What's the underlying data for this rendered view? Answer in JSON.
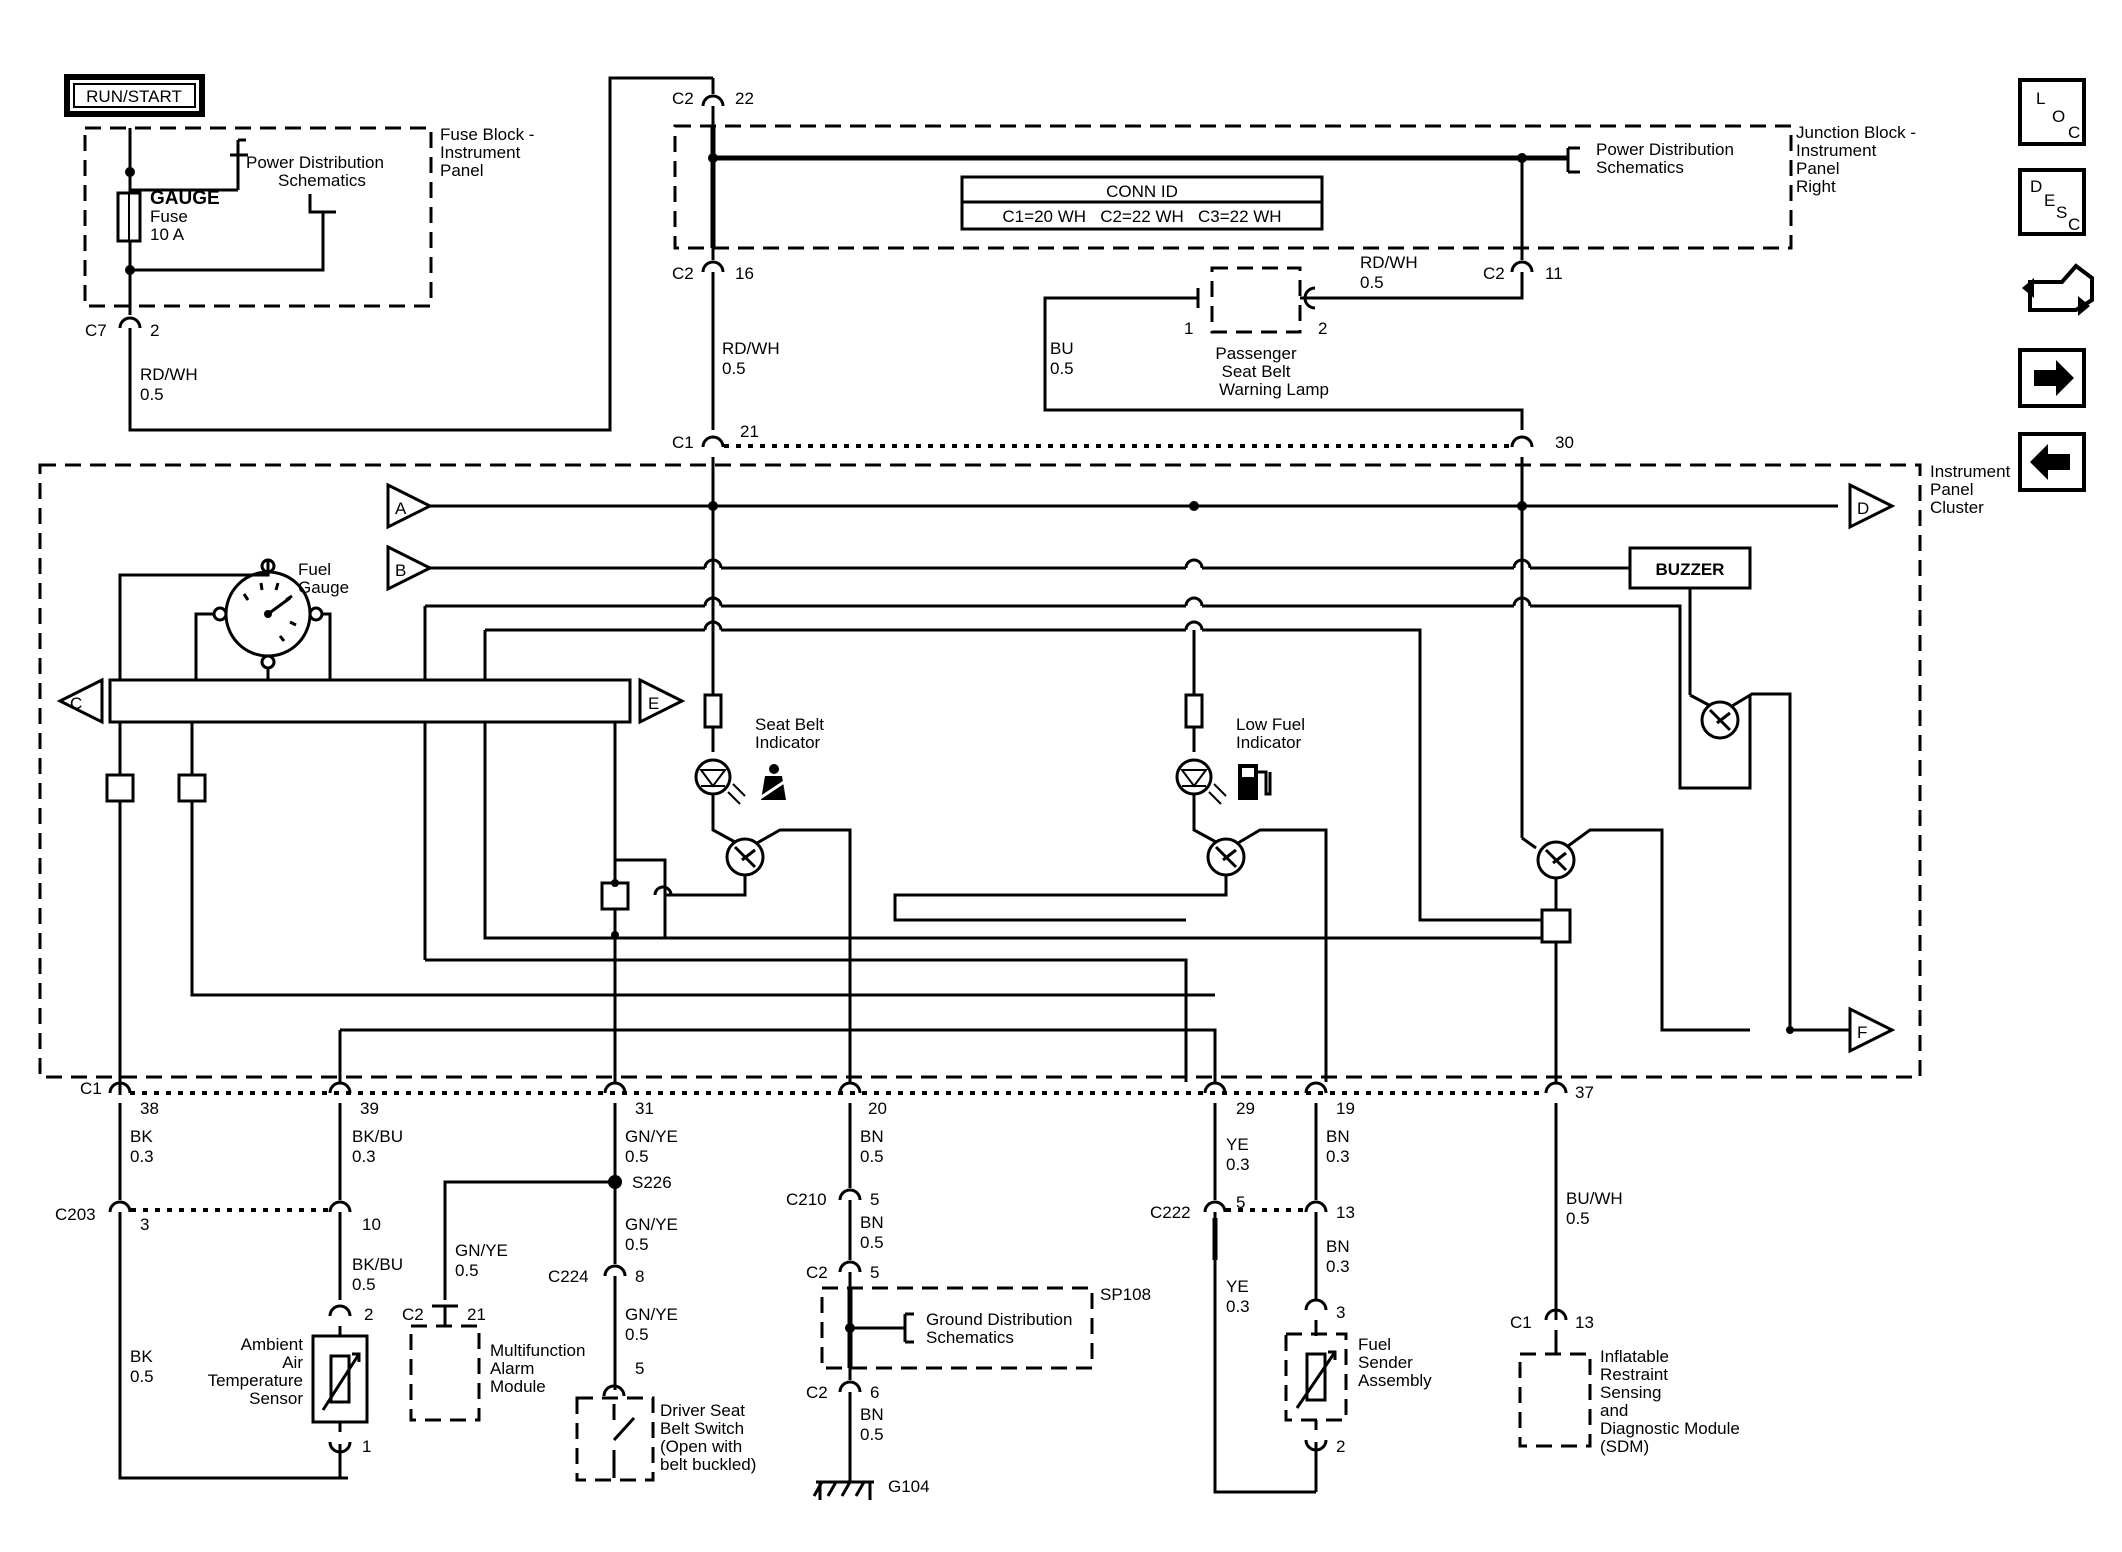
{
  "power": {
    "run_start": "RUN/START"
  },
  "fuse_block": {
    "label": [
      "Fuse Block -",
      "Instrument",
      "Panel"
    ],
    "power_dist": [
      "Power Distribution",
      "Schematics"
    ],
    "fuse_name": "GAUGE",
    "fuse_word": "Fuse",
    "fuse_rating": "10 A"
  },
  "junction_block": {
    "label": [
      "Junction Block -",
      "Instrument",
      "Panel",
      "Right"
    ],
    "power_dist": [
      "Power Distribution",
      "Schematics"
    ]
  },
  "conn_id": {
    "title": "CONN ID",
    "values": "C1=20 WH   C2=22 WH   C3=22 WH"
  },
  "connectors": {
    "c7_2": {
      "name": "C7",
      "pin": "2"
    },
    "c2_22": {
      "name": "C2",
      "pin": "22"
    },
    "c2_16": {
      "name": "C2",
      "pin": "16"
    },
    "c2_11": {
      "name": "C2",
      "pin": "11"
    },
    "c1_21": {
      "name": "C1",
      "pin": "21"
    },
    "c1_30": {
      "pin": "30"
    },
    "c1_38": {
      "name": "C1",
      "pin": "38"
    },
    "c1_39": {
      "pin": "39"
    },
    "c1_31": {
      "pin": "31"
    },
    "c1_20": {
      "pin": "20"
    },
    "c1_29": {
      "pin": "29"
    },
    "c1_19": {
      "pin": "19"
    },
    "c1_37": {
      "pin": "37"
    },
    "c203": {
      "name": "C203",
      "pin_a": "3",
      "pin_b": "10"
    },
    "c210": {
      "name": "C210",
      "pin": "5"
    },
    "c2_5": {
      "name": "C2",
      "pin": "5"
    },
    "c2_6": {
      "name": "C2",
      "pin": "6"
    },
    "c224": {
      "name": "C224",
      "pin": "8"
    },
    "c2_21": {
      "name": "C2",
      "pin": "21"
    },
    "c222": {
      "name": "C222",
      "pin_a": "5",
      "pin_b": "13"
    },
    "c1_13": {
      "name": "C1",
      "pin": "13"
    },
    "lamp_pin1": "1",
    "lamp_pin2": "2",
    "amb_pin2": "2",
    "amb_pin1": "1",
    "sender_pin3": "3",
    "sender_pin2": "2",
    "switch_pin5": "5"
  },
  "wires": {
    "rdwh_left": {
      "color": "RD/WH",
      "size": "0.5"
    },
    "rdwh_mid": {
      "color": "RD/WH",
      "size": "0.5"
    },
    "rdwh_lamp": {
      "color": "RD/WH",
      "size": "0.5"
    },
    "bu_lamp": {
      "color": "BU",
      "size": "0.5"
    },
    "bk_38": {
      "color": "BK",
      "size": "0.3"
    },
    "bkbu_39": {
      "color": "BK/BU",
      "size": "0.3"
    },
    "gnye_31": {
      "color": "GN/YE",
      "size": "0.5"
    },
    "bn_20": {
      "color": "BN",
      "size": "0.5"
    },
    "ye_29": {
      "color": "YE",
      "size": "0.3"
    },
    "bn_19": {
      "color": "BN",
      "size": "0.3"
    },
    "buwh_37": {
      "color": "BU/WH",
      "size": "0.5"
    },
    "bkbu_10": {
      "color": "BK/BU",
      "size": "0.5"
    },
    "bk_3": {
      "color": "BK",
      "size": "0.5"
    },
    "gnye_s226": {
      "color": "GN/YE",
      "size": "0.5"
    },
    "gnye_alarm": {
      "color": "GN/YE",
      "size": "0.5"
    },
    "gnye_c224": {
      "color": "GN/YE",
      "size": "0.5"
    },
    "bn_c210": {
      "color": "BN",
      "size": "0.5"
    },
    "bn_c2_6": {
      "color": "BN",
      "size": "0.5"
    },
    "ye_c222": {
      "color": "YE",
      "size": "0.3"
    },
    "bn_13": {
      "color": "BN",
      "size": "0.3"
    }
  },
  "components": {
    "passenger_lamp": [
      "Passenger",
      "Seat Belt",
      "Warning Lamp"
    ],
    "cluster": [
      "Instrument",
      "Panel",
      "Cluster"
    ],
    "fuel_gauge": [
      "Fuel",
      "Gauge"
    ],
    "buzzer": "BUZZER",
    "seat_belt_indicator": [
      "Seat Belt",
      "Indicator"
    ],
    "low_fuel_indicator": [
      "Low Fuel",
      "Indicator"
    ],
    "offpage": {
      "a": "A",
      "b": "B",
      "c": "C",
      "d": "D",
      "e": "E",
      "f": "F"
    },
    "splice_s226": "S226",
    "ambient_sensor": [
      "Ambient",
      "Air",
      "Temperature",
      "Sensor"
    ],
    "alarm_module": [
      "Multifunction",
      "Alarm",
      "Module"
    ],
    "driver_switch": [
      "Driver Seat",
      "Belt Switch",
      "(Open with",
      "belt buckled)"
    ],
    "ground_dist": [
      "Ground Distribution",
      "Schematics"
    ],
    "sp108": "SP108",
    "g104": "G104",
    "fuel_sender": [
      "Fuel",
      "Sender",
      "Assembly"
    ],
    "sdm": [
      "Inflatable",
      "Restraint",
      "Sensing",
      "and",
      "Diagnostic Module",
      "(SDM)"
    ]
  },
  "nav": {
    "loc": [
      "L",
      "O",
      "C"
    ],
    "desc": [
      "D",
      "E",
      "S",
      "C"
    ],
    "next_icon": "arrow-right-icon",
    "prev_icon": "arrow-left-icon",
    "connector_icon": "connector-view-icon"
  }
}
